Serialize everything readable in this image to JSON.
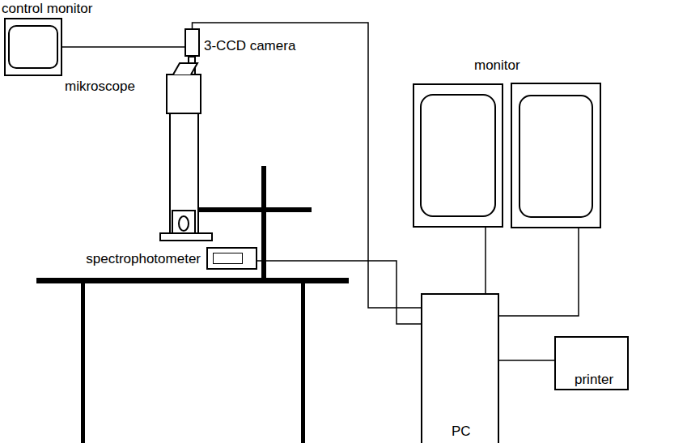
{
  "diagram": {
    "nodes": [
      {
        "text": [
          "control monitor"
        ]
      },
      {
        "text": [
          "3-CCD camera"
        ]
      },
      {
        "text": [
          "monitor"
        ]
      },
      {
        "text": [
          "spectrophotometer"
        ]
      },
      {
        "text": [
          "PC"
        ]
      },
      {
        "text": [
          "printer"
        ]
      }
    ],
    "edges": [
      {
        "from": 0,
        "to": 1,
        "arrow": "none"
      },
      {
        "from": 1,
        "to": 4,
        "arrow": "none"
      },
      {
        "from": 3,
        "to": 4,
        "arrow": "none"
      },
      {
        "from": 4,
        "to": 2,
        "arrow": "none"
      },
      {
        "from": 4,
        "to": 5,
        "arrow": "none"
      }
    ],
    "labels": [
      "mikroscope"
    ]
  }
}
